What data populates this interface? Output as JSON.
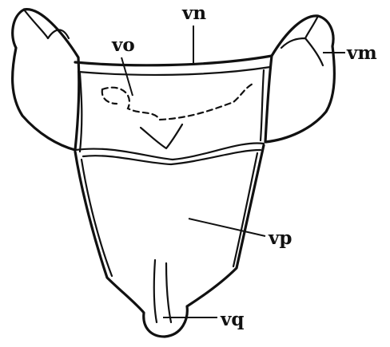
{
  "figure": {
    "labels": {
      "vn": "vn",
      "vo": "vo",
      "vm": "vm",
      "vp": "vp",
      "vq": "vq"
    }
  },
  "colors": {
    "ink": "#111111",
    "background": "#ffffff"
  }
}
